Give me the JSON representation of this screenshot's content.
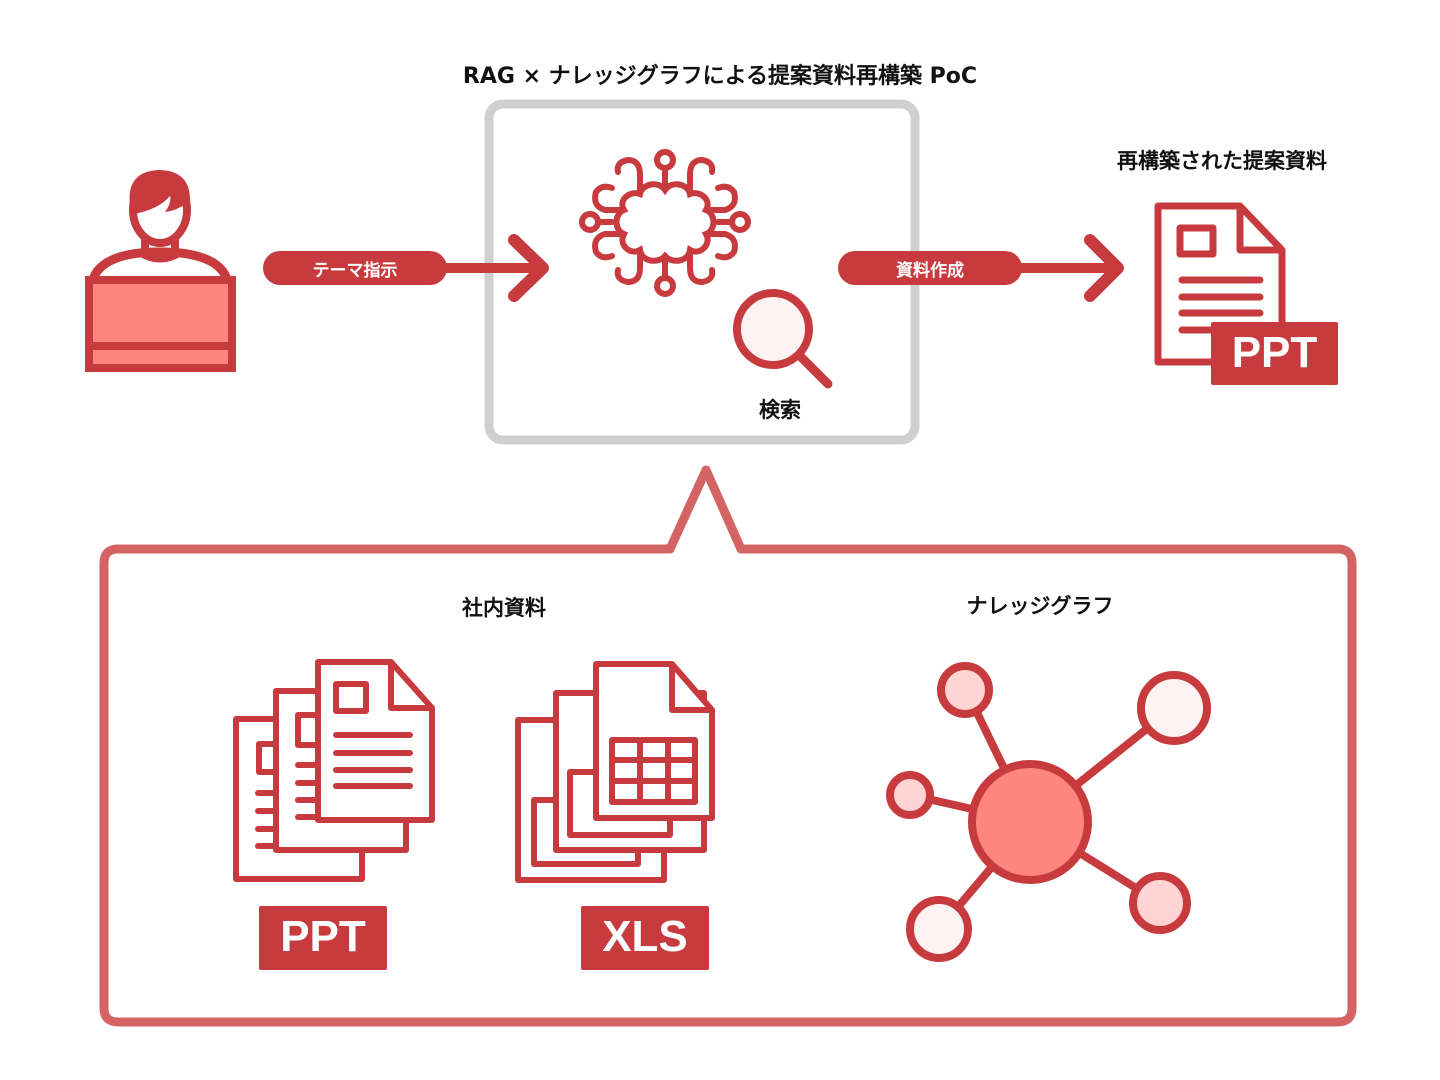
{
  "title": "RAG × ナレッジグラフによる提案資料再構築 PoC",
  "colors": {
    "primary": "#c73b3f",
    "frame_gray": "#d0d0d0",
    "callout_border": "#d46464",
    "fill_strong": "#ff8582",
    "fill_light": "#ffd4d3",
    "fill_pale": "#fff2f2"
  },
  "flow": {
    "user_icon": "user-with-laptop-icon",
    "step1_label": "テーマ指示",
    "ai_icon_text": "AI",
    "search_label": "検索",
    "step2_label": "資料作成",
    "output_title": "再構築された提案資料",
    "output_badge": "PPT"
  },
  "sources": {
    "internal_docs_title": "社内資料",
    "ppt_badge": "PPT",
    "xls_badge": "XLS",
    "knowledge_graph_title": "ナレッジグラフ"
  }
}
